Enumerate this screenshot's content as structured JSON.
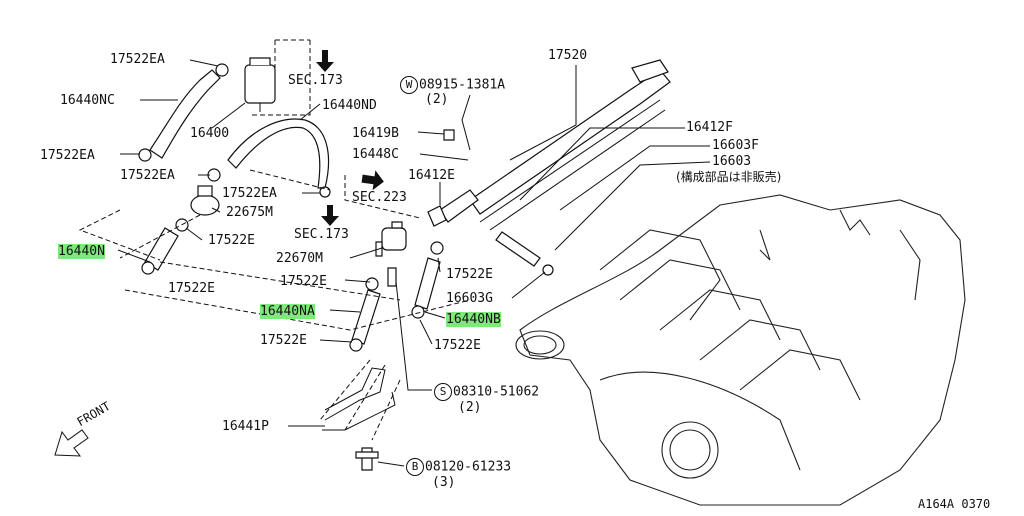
{
  "labels": {
    "p17522EA_top": "17522EA",
    "p16440NC": "16440NC",
    "p17522EA_left": "17522EA",
    "p17522EA_mid": "17522EA",
    "p17522EA_c": "17522EA",
    "p16400": "16400",
    "sec173_top": "SEC.173",
    "p16440ND": "16440ND",
    "w_part": "08915-1381A",
    "w_qty": "(2)",
    "w_symbol": "W",
    "p17520": "17520",
    "p16419B": "16419B",
    "p16448C": "16448C",
    "p16412F": "16412F",
    "p16603F": "16603F",
    "p16603": "16603",
    "not_sold": "(構成部品は非販売)",
    "p16412E": "16412E",
    "sec223": "SEC.223",
    "p22675M": "22675M",
    "p17522E_1": "17522E",
    "p16440N": "16440N",
    "sec173_mid": "SEC.173",
    "p22670M": "22670M",
    "p17522E_2": "17522E",
    "p17522E_3": "17522E",
    "p17522E_4": "17522E",
    "p16603G": "16603G",
    "p16440NA": "16440NA",
    "p16440NB": "16440NB",
    "p17522E_5": "17522E",
    "p17522E_6": "17522E",
    "s_part": "08310-51062",
    "s_qty": "(2)",
    "s_symbol": "S",
    "p16441P": "16441P",
    "b_part": "08120-61233",
    "b_qty": "(3)",
    "b_symbol": "B",
    "front": "FRONT",
    "diagram_code": "A164A 0370"
  },
  "highlight_color": "#7fe87a"
}
